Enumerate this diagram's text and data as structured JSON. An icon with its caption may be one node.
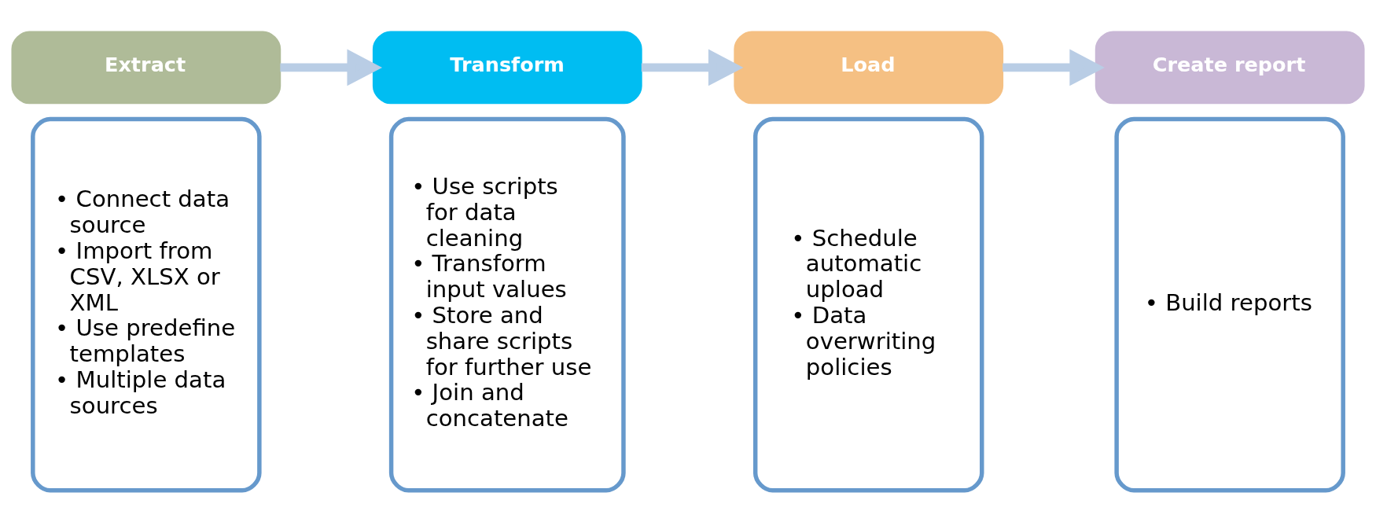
{
  "diagram": {
    "nodes": [
      {
        "text": [
          "Extract"
        ]
      },
      {
        "text": [
          "• Connect data source",
          "• Import from CSV, XLSX or XML",
          "• Use predefine templates",
          "• Multiple data sources"
        ]
      },
      {
        "text": [
          "Transform"
        ]
      },
      {
        "text": [
          "• Use scripts for data cleaning",
          "• Transform input values",
          "• Store and share scripts for further use",
          "• Join and concatenate"
        ]
      },
      {
        "text": [
          "Load"
        ]
      },
      {
        "text": [
          "• Schedule automatic upload",
          "• Data overwriting policies"
        ]
      },
      {
        "text": [
          "Create report"
        ]
      },
      {
        "text": [
          "• Build reports"
        ]
      }
    ],
    "edges": [
      {
        "from": 0,
        "to": 2,
        "arrow": "to"
      },
      {
        "from": 2,
        "to": 4,
        "arrow": "to"
      },
      {
        "from": 4,
        "to": 6,
        "arrow": "to"
      }
    ]
  }
}
